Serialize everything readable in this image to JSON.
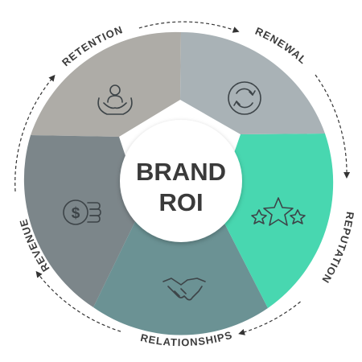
{
  "diagram": {
    "title_line1": "BRAND",
    "title_line2": "ROI",
    "segments": [
      {
        "label": "RENEWAL",
        "icon": "renewal-icon",
        "color": "#a9b2b6"
      },
      {
        "label": "REPUTATION",
        "icon": "stars-icon",
        "color": "#48d7b0"
      },
      {
        "label": "RELATIONSHIPS",
        "icon": "handshake-icon",
        "color": "#6b9294"
      },
      {
        "label": "REVENUE",
        "icon": "money-icon",
        "color": "#7c868a"
      },
      {
        "label": "RETENTION",
        "icon": "care-icon",
        "color": "#aeaca7"
      }
    ]
  }
}
